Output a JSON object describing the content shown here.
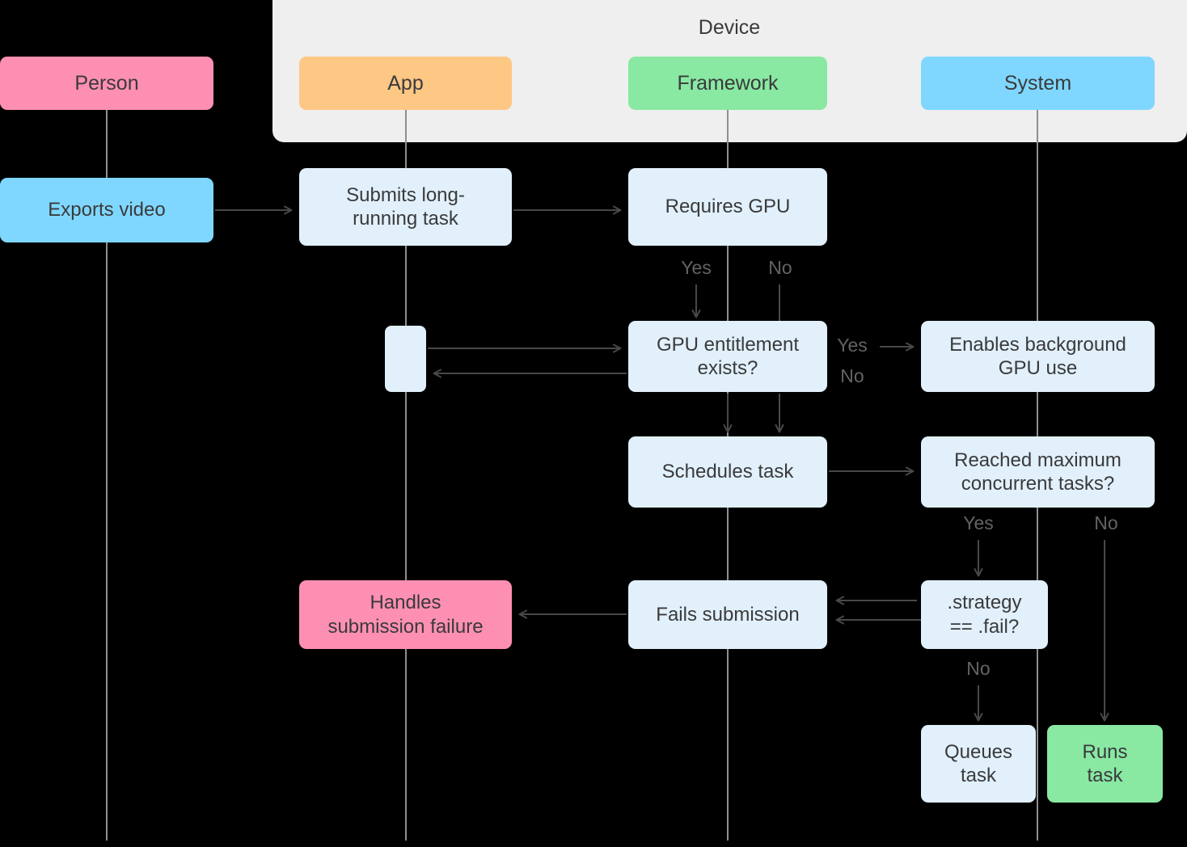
{
  "diagram": {
    "title": "Device",
    "background_color": "#000000",
    "group_color": "#efefef",
    "line_color": "#8e8e93",
    "arrow_color": "#48484a",
    "text_color": "#3a3a3c",
    "label_color": "#636366"
  },
  "colors": {
    "pink": "#fd8fb2",
    "blue": "#7fd7ff",
    "orange": "#fdc784",
    "green": "#89e8a2",
    "pale_blue": "#e1f0fa"
  },
  "lanes": [
    {
      "name": "person",
      "label": "Person",
      "color": "#fd8fb2",
      "in_device": false
    },
    {
      "name": "app",
      "label": "App",
      "color": "#fdc784",
      "in_device": true
    },
    {
      "name": "framework",
      "label": "Framework",
      "color": "#89e8a2",
      "in_device": true
    },
    {
      "name": "system",
      "label": "System",
      "color": "#7fd7ff",
      "in_device": true
    }
  ],
  "nodes": [
    {
      "id": "exports-video",
      "label": "Exports video",
      "lane": "person",
      "color": "#7fd7ff"
    },
    {
      "id": "submits-task",
      "label": "Submits long-\nrunning task",
      "lane": "app",
      "color": "#e1f0fa"
    },
    {
      "id": "requires-gpu",
      "label": "Requires GPU",
      "lane": "framework",
      "color": "#e1f0fa"
    },
    {
      "id": "gpu-entitlement-exists",
      "label": "GPU entitlement\nexists?",
      "lane": "framework",
      "color": "#e1f0fa"
    },
    {
      "id": "enables-background-gpu",
      "label": "Enables background\nGPU use",
      "lane": "system",
      "color": "#e1f0fa"
    },
    {
      "id": "schedules-task",
      "label": "Schedules task",
      "lane": "framework",
      "color": "#e1f0fa"
    },
    {
      "id": "reached-maximum",
      "label": "Reached maximum\nconcurrent tasks?",
      "lane": "system",
      "color": "#e1f0fa"
    },
    {
      "id": "handles-failure",
      "label": "Handles\nsubmission failure",
      "lane": "app",
      "color": "#fd8fb2"
    },
    {
      "id": "fails-submission",
      "label": "Fails submission",
      "lane": "framework",
      "color": "#e1f0fa"
    },
    {
      "id": "strategy-fail",
      "label": ".strategy\n== .fail?",
      "lane": "system",
      "color": "#e1f0fa"
    },
    {
      "id": "queues-task",
      "label": "Queues\ntask",
      "lane": "system",
      "color": "#e1f0fa"
    },
    {
      "id": "runs-task",
      "label": "Runs\ntask",
      "lane": "system",
      "color": "#89e8a2"
    }
  ],
  "edge_labels": [
    {
      "id": "requires-gpu-yes",
      "text": "Yes"
    },
    {
      "id": "requires-gpu-no",
      "text": "No"
    },
    {
      "id": "entitlement-yes",
      "text": "Yes"
    },
    {
      "id": "entitlement-no",
      "text": "No"
    },
    {
      "id": "reached-maximum-yes",
      "text": "Yes"
    },
    {
      "id": "reached-maximum-no",
      "text": "No"
    },
    {
      "id": "strategy-no",
      "text": "No"
    }
  ]
}
